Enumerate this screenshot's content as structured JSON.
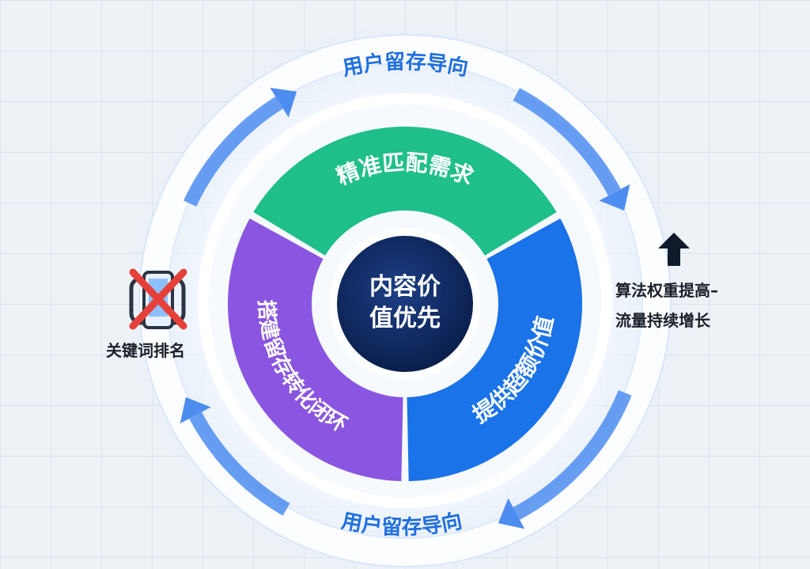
{
  "center": {
    "line1": "内容价",
    "line2": "值优先"
  },
  "segments": {
    "top": "精准匹配需求",
    "left": "搭建留存转化闭环",
    "right": "提供超额价值"
  },
  "outer_labels": {
    "top": "用户留存导向",
    "bottom": "用户留存导向"
  },
  "left_note": {
    "label": "关键词排名",
    "icon": "crossed-out-phone-icon"
  },
  "right_note": {
    "line1": "算法权重提高–",
    "line2": "流量持续增长",
    "icon": "up-arrow-icon"
  },
  "colors": {
    "green": "#1fbf8a",
    "blue": "#1a73e8",
    "purple": "#8a55e0",
    "center": "#0e2a63",
    "arrow": "#4d8df0",
    "label_blue": "#1f6fe0",
    "cross": "#e5413a"
  }
}
